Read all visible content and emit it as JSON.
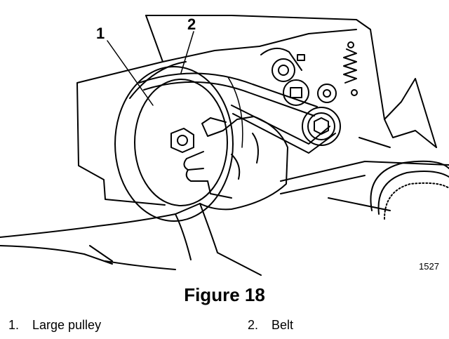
{
  "callouts": {
    "c1": "1",
    "c2": "2"
  },
  "art_number": "1527",
  "figure": {
    "title": "Figure 18"
  },
  "legend": [
    {
      "number": "1.",
      "label": "Large pulley"
    },
    {
      "number": "2.",
      "label": "Belt"
    }
  ]
}
